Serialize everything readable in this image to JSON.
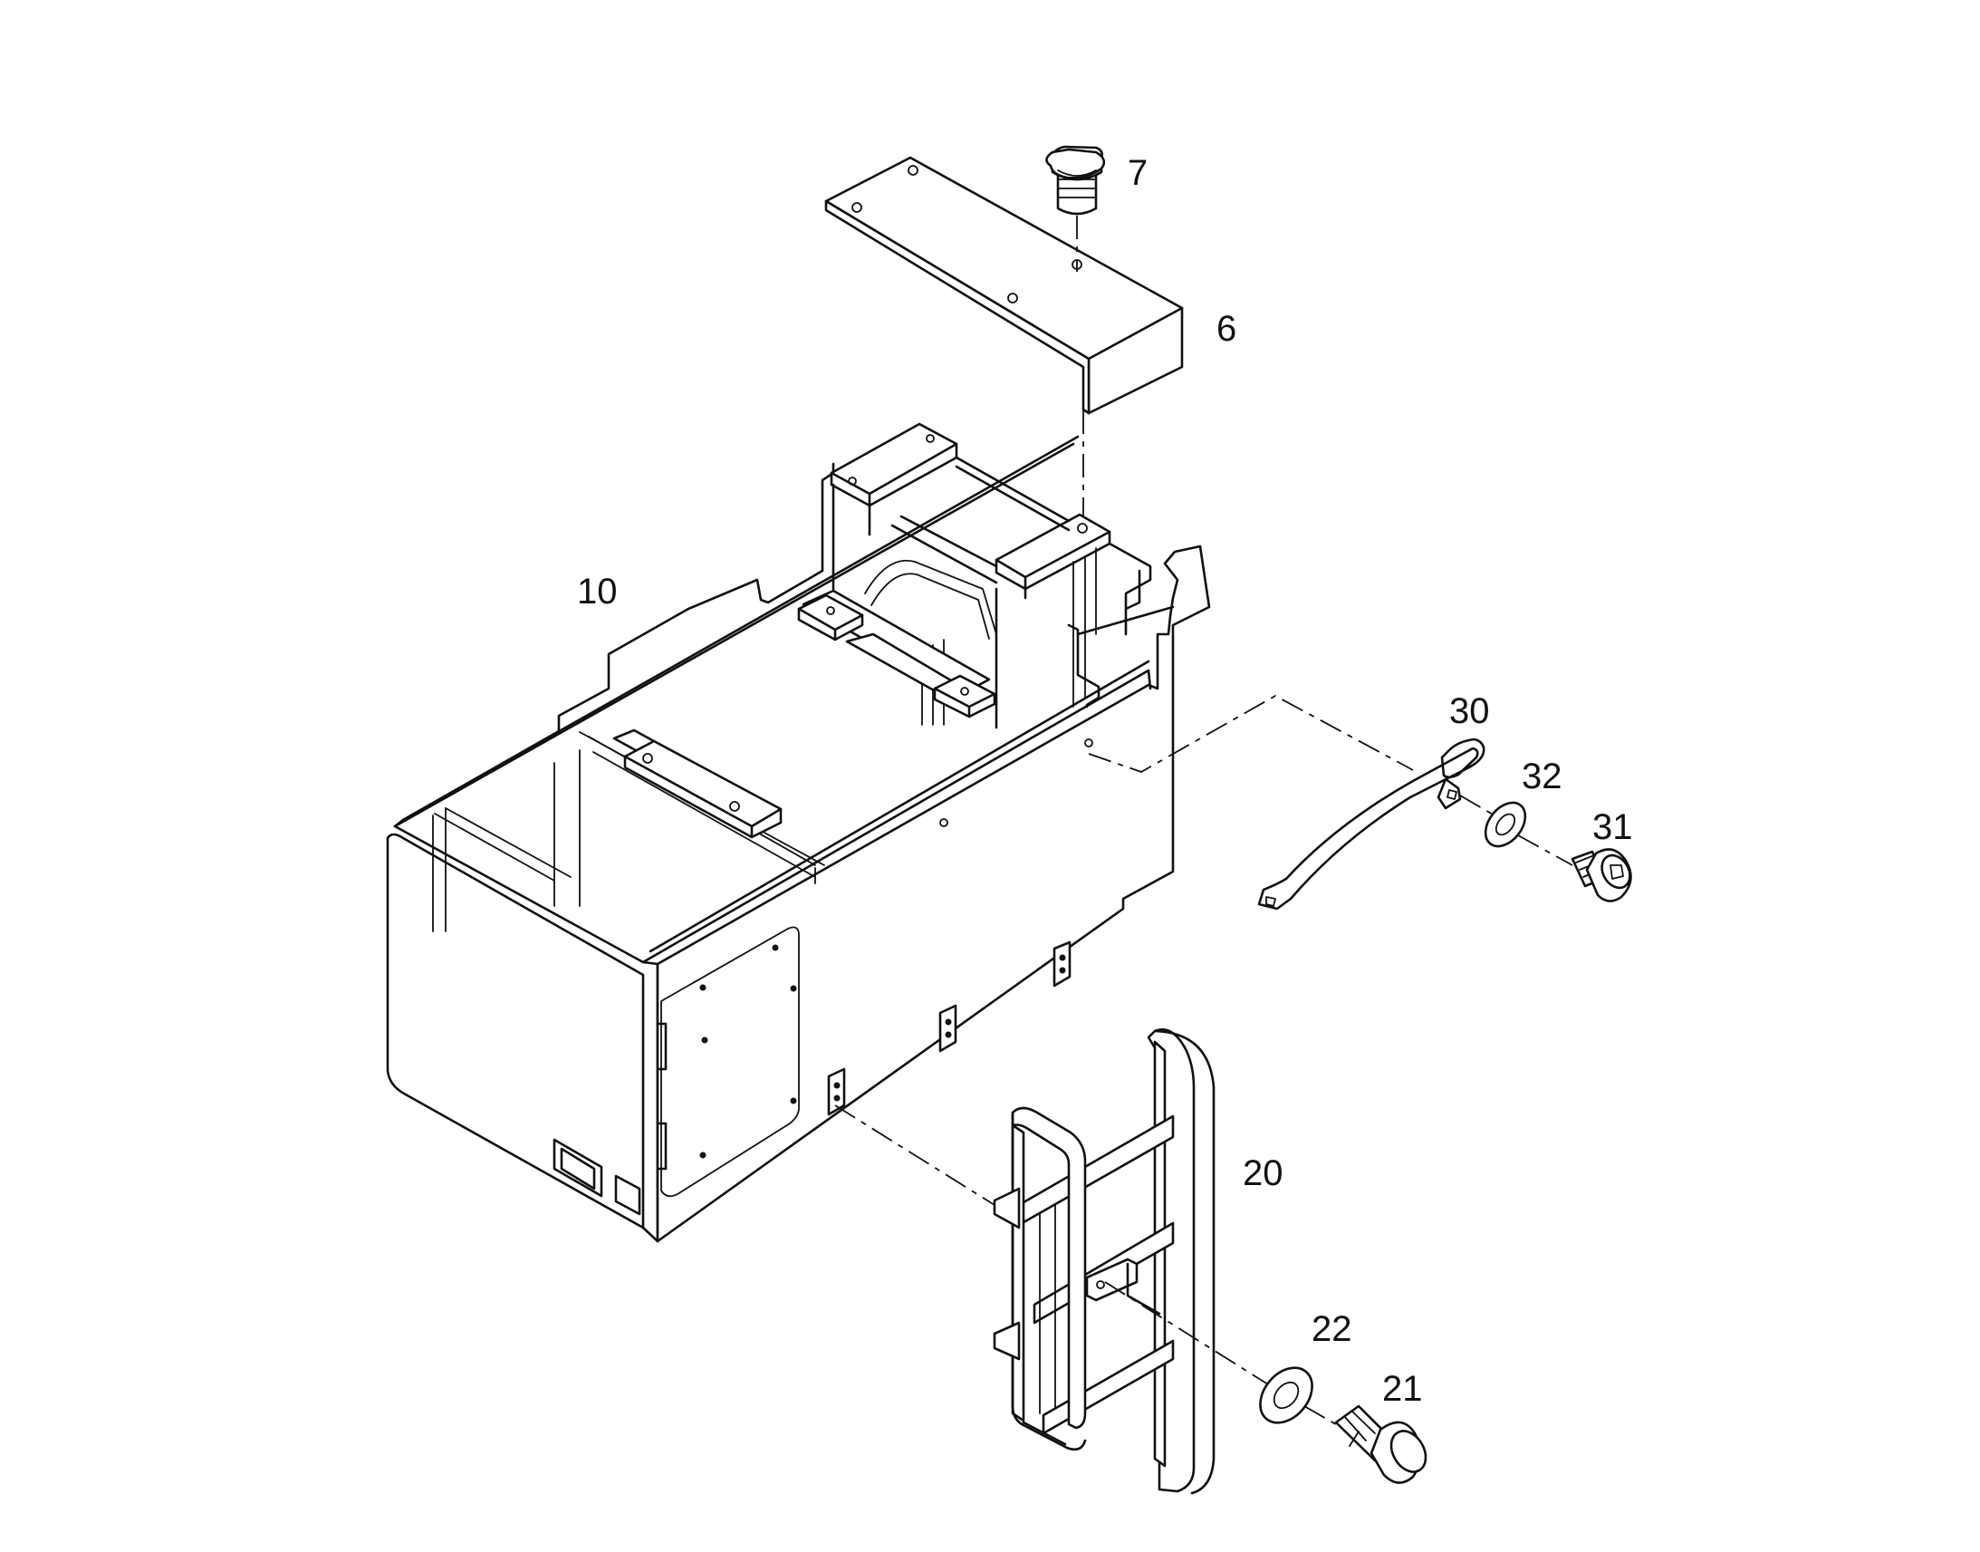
{
  "callouts": {
    "p6": "6",
    "p7": "7",
    "p10": "10",
    "p20": "20",
    "p21": "21",
    "p22": "22",
    "p30": "30",
    "p31": "31",
    "p32": "32"
  }
}
